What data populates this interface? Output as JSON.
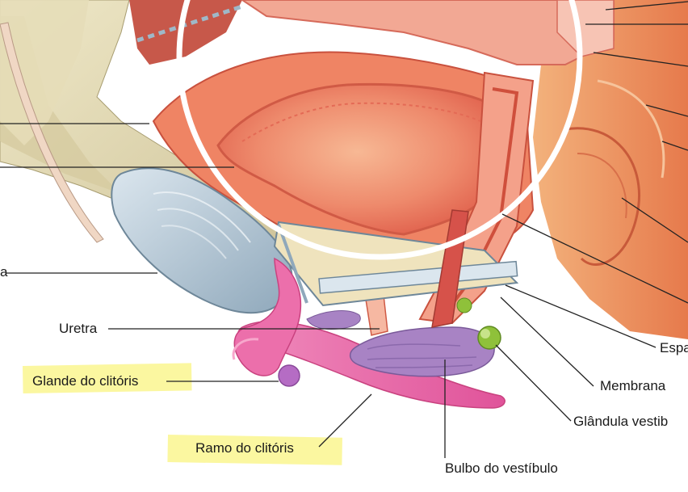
{
  "labels": {
    "partial_left": "a",
    "urethra": "Uretra",
    "clitoris_glans": "Glande do clitóris",
    "clitoris_crus": "Ramo do clitóris",
    "vestibule_bulb": "Bulbo do vestíbulo",
    "vestibular_gland": "Glândula vestib",
    "membrane": "Membrana",
    "space": "Espa"
  },
  "highlighted_labels": [
    "Glande do clitóris",
    "Ramo do clitóris"
  ],
  "colors": {
    "highlight": "#fbf7a0",
    "pubic_bone": "#b9cad6",
    "pelvic_bone": "#e4dcb6",
    "tissue_red": "#ea6f55",
    "tissue_light": "#f8bea0",
    "clitoris_pink": "#e867a6",
    "bulb_purple": "#a883c4",
    "gland_green": "#8fc13a",
    "membrane_beige": "#eadfb9",
    "leader_line": "#222222",
    "circle": "#ffffff"
  }
}
